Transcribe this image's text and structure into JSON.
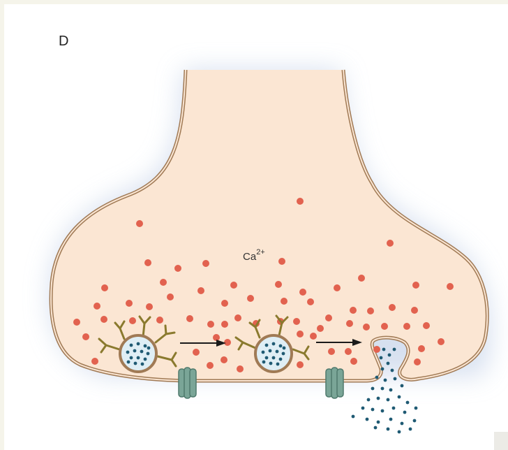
{
  "figure": {
    "panel_label": "D",
    "ion_label_base": "Ca",
    "ion_label_charge": "2+"
  },
  "colors": {
    "page_background": "#f5f4ea",
    "panel_background": "#ffffff",
    "glow": "#c9d6ea",
    "cytoplasm_fill": "#fbe6d3",
    "membrane_stroke": "#a07a55",
    "calcium_ion": "#e2624f",
    "neurotransmitter": "#1f5a73",
    "vesicle_fill": "#dfeef5",
    "synapsin": "#8a7a2e",
    "calcium_channel": "#7aa597",
    "arrow": "#1a1a1a"
  },
  "icons": {
    "transition_arrow": "right-arrow",
    "channel": "calcium-channel"
  }
}
